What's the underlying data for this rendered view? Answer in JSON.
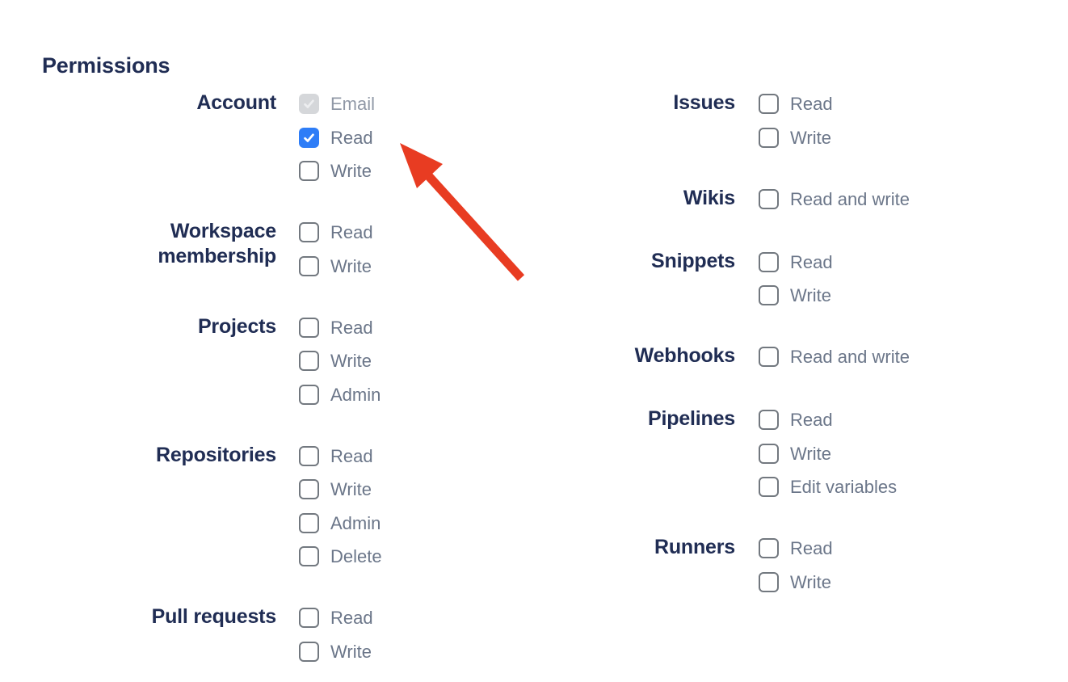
{
  "page": {
    "heading": "Permissions"
  },
  "colors": {
    "heading_navy": "#202D54",
    "label_gray": "#6B7689",
    "label_disabled": "#9098A6",
    "checkbox_border": "#72787F",
    "accent_blue": "#2E7DF7",
    "disabled_bg": "#D5D7DA",
    "disabled_check": "#EDEEF0",
    "check_white": "#FFFFFF",
    "arrow_red": "#E83C22"
  },
  "columns": [
    {
      "name": "left",
      "groups": [
        {
          "label": "Account",
          "options": [
            {
              "label": "Email",
              "checked": true,
              "disabled": true
            },
            {
              "label": "Read",
              "checked": true,
              "disabled": false
            },
            {
              "label": "Write",
              "checked": false,
              "disabled": false
            }
          ]
        },
        {
          "label": "Workspace membership",
          "options": [
            {
              "label": "Read",
              "checked": false,
              "disabled": false
            },
            {
              "label": "Write",
              "checked": false,
              "disabled": false
            }
          ]
        },
        {
          "label": "Projects",
          "options": [
            {
              "label": "Read",
              "checked": false,
              "disabled": false
            },
            {
              "label": "Write",
              "checked": false,
              "disabled": false
            },
            {
              "label": "Admin",
              "checked": false,
              "disabled": false
            }
          ]
        },
        {
          "label": "Repositories",
          "options": [
            {
              "label": "Read",
              "checked": false,
              "disabled": false
            },
            {
              "label": "Write",
              "checked": false,
              "disabled": false
            },
            {
              "label": "Admin",
              "checked": false,
              "disabled": false
            },
            {
              "label": "Delete",
              "checked": false,
              "disabled": false
            }
          ]
        },
        {
          "label": "Pull requests",
          "options": [
            {
              "label": "Read",
              "checked": false,
              "disabled": false
            },
            {
              "label": "Write",
              "checked": false,
              "disabled": false
            }
          ]
        }
      ]
    },
    {
      "name": "right",
      "groups": [
        {
          "label": "Issues",
          "options": [
            {
              "label": "Read",
              "checked": false,
              "disabled": false
            },
            {
              "label": "Write",
              "checked": false,
              "disabled": false
            }
          ]
        },
        {
          "label": "Wikis",
          "options": [
            {
              "label": "Read and write",
              "checked": false,
              "disabled": false
            }
          ]
        },
        {
          "label": "Snippets",
          "options": [
            {
              "label": "Read",
              "checked": false,
              "disabled": false
            },
            {
              "label": "Write",
              "checked": false,
              "disabled": false
            }
          ]
        },
        {
          "label": "Webhooks",
          "options": [
            {
              "label": "Read and write",
              "checked": false,
              "disabled": false
            }
          ]
        },
        {
          "label": "Pipelines",
          "options": [
            {
              "label": "Read",
              "checked": false,
              "disabled": false
            },
            {
              "label": "Write",
              "checked": false,
              "disabled": false
            },
            {
              "label": "Edit variables",
              "checked": false,
              "disabled": false
            }
          ]
        },
        {
          "label": "Runners",
          "options": [
            {
              "label": "Read",
              "checked": false,
              "disabled": false
            },
            {
              "label": "Write",
              "checked": false,
              "disabled": false
            }
          ]
        }
      ]
    }
  ],
  "annotation": {
    "type": "arrow",
    "points_to": "Account Read checkbox"
  }
}
